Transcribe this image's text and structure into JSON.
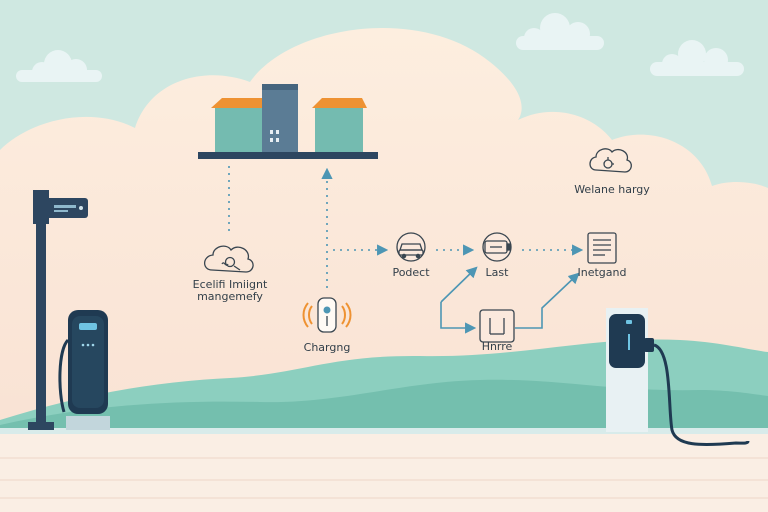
{
  "diagram": {
    "labels": {
      "wellness_energy": "Welane hargy",
      "energy_management_line1": "Ecelifi Imiignt",
      "energy_management_line2": "mangemefy",
      "product": "Podect",
      "last": "Last",
      "integrated": "Inetgand",
      "charging": "Chargng",
      "home": "Hnrre"
    },
    "colors": {
      "sky": "#cfe8e1",
      "cloud": "#fbe6d8",
      "hills": "#79c3b2",
      "ground": "#faeee4",
      "dark_navy": "#1f3a52",
      "flow_line": "#4d96b4",
      "roof_orange": "#ee9232",
      "house_teal": "#74bbb0"
    }
  }
}
